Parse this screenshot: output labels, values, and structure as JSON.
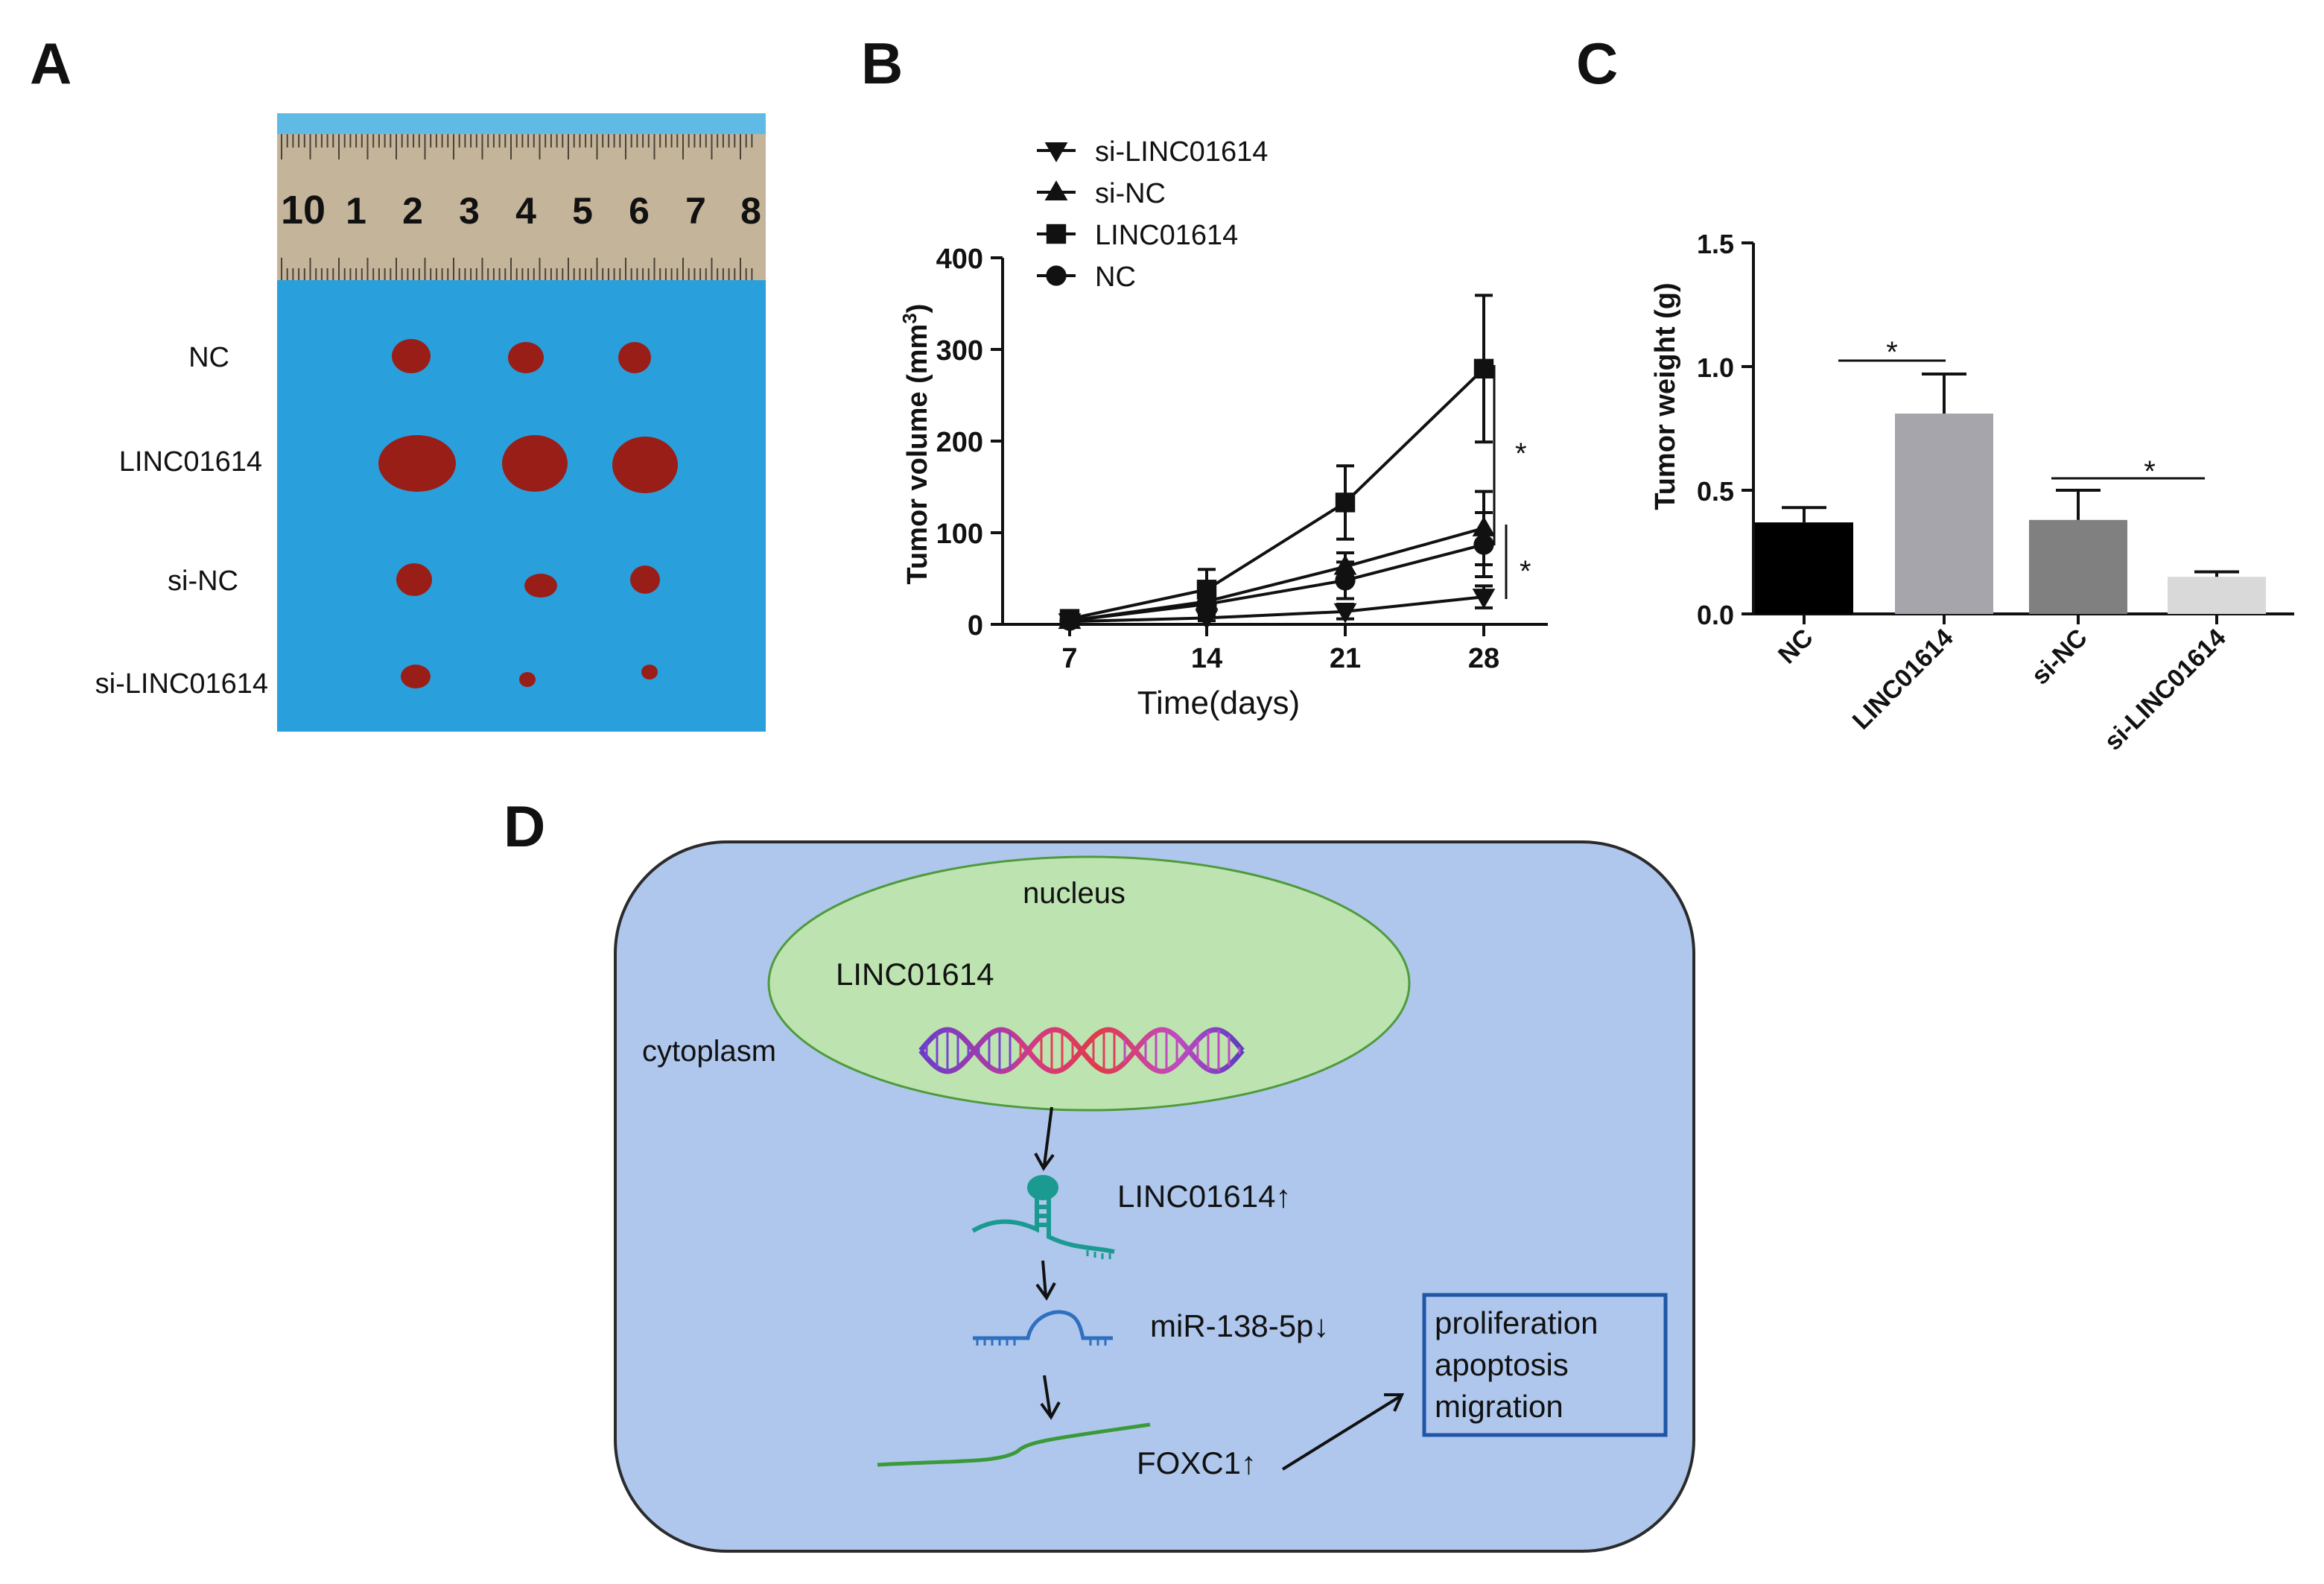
{
  "panels": {
    "a": {
      "label": "A"
    },
    "b": {
      "label": "B"
    },
    "c": {
      "label": "C"
    },
    "d": {
      "label": "D"
    }
  },
  "photo": {
    "ruler_labels": [
      "10",
      "1",
      "2",
      "3",
      "4",
      "5",
      "6",
      "7",
      "8"
    ],
    "row_labels": [
      "NC",
      "LINC01614",
      "si-NC",
      "si-LINC01614"
    ],
    "colors": {
      "background": "#29a0dc",
      "tumor": "#9a1e18",
      "ruler": "#c4b49a"
    }
  },
  "chart_data": [
    {
      "type": "line",
      "xlabel": "Time(days)",
      "ylabel": "Tumor volume (mm³)",
      "ylabel_base": "Tumor volume (mm",
      "ylabel_sup": "3",
      "ylabel_close": ")",
      "x": [
        7,
        14,
        21,
        28
      ],
      "ylim": [
        0,
        400
      ],
      "yticks": [
        0,
        100,
        200,
        300,
        400
      ],
      "series": [
        {
          "name": "si-LINC01614",
          "marker": "triangle-down",
          "values": [
            3,
            7,
            14,
            30
          ],
          "err": [
            1,
            3,
            8,
            12
          ]
        },
        {
          "name": "si-NC",
          "marker": "triangle-up",
          "values": [
            4,
            25,
            63,
            105
          ],
          "err": [
            2,
            10,
            15,
            40
          ]
        },
        {
          "name": "LINC01614",
          "marker": "square",
          "values": [
            6,
            38,
            133,
            279
          ],
          "err": [
            3,
            22,
            40,
            80
          ]
        },
        {
          "name": "NC",
          "marker": "circle",
          "values": [
            4,
            22,
            48,
            87
          ],
          "err": [
            2,
            10,
            20,
            35
          ]
        }
      ],
      "legend_position": "top-left",
      "significance": [
        {
          "label": "*",
          "between": [
            "LINC01614",
            "si-NC"
          ]
        },
        {
          "label": "*",
          "between": [
            "NC",
            "si-LINC01614"
          ]
        }
      ]
    },
    {
      "type": "bar",
      "ylabel": "Tumor weight (g)",
      "categories": [
        "NC",
        "LINC01614",
        "si-NC",
        "si-LINC01614"
      ],
      "values": [
        0.37,
        0.81,
        0.38,
        0.15
      ],
      "err": [
        0.06,
        0.16,
        0.12,
        0.02
      ],
      "colors": [
        "#000000",
        "#a5a5ab",
        "#808080",
        "#d9d9d9"
      ],
      "ylim": [
        0,
        1.5
      ],
      "yticks": [
        "0.0",
        "0.5",
        "1.0",
        "1.5"
      ],
      "significance": [
        {
          "label": "*",
          "between": [
            "NC",
            "LINC01614"
          ]
        },
        {
          "label": "*",
          "between": [
            "si-NC",
            "si-LINC01614"
          ]
        }
      ]
    }
  ],
  "diagram": {
    "nucleus_label": "nucleus",
    "gene_label": "LINC01614",
    "cytoplasm_label": "cytoplasm",
    "lnc_label": "LINC01614↑",
    "mir_label": "miR-138-5p↓",
    "foxc1_label": "FOXC1↑",
    "outcomes": [
      "proliferation",
      "apoptosis",
      "migration"
    ],
    "colors": {
      "cell": "#afc7ec",
      "nucleus": "#bde4b0",
      "lnc": "#1a9a90",
      "mir": "#2f6fc0",
      "foxc1": "#3a9a3a",
      "box": "#1f56a8"
    }
  }
}
